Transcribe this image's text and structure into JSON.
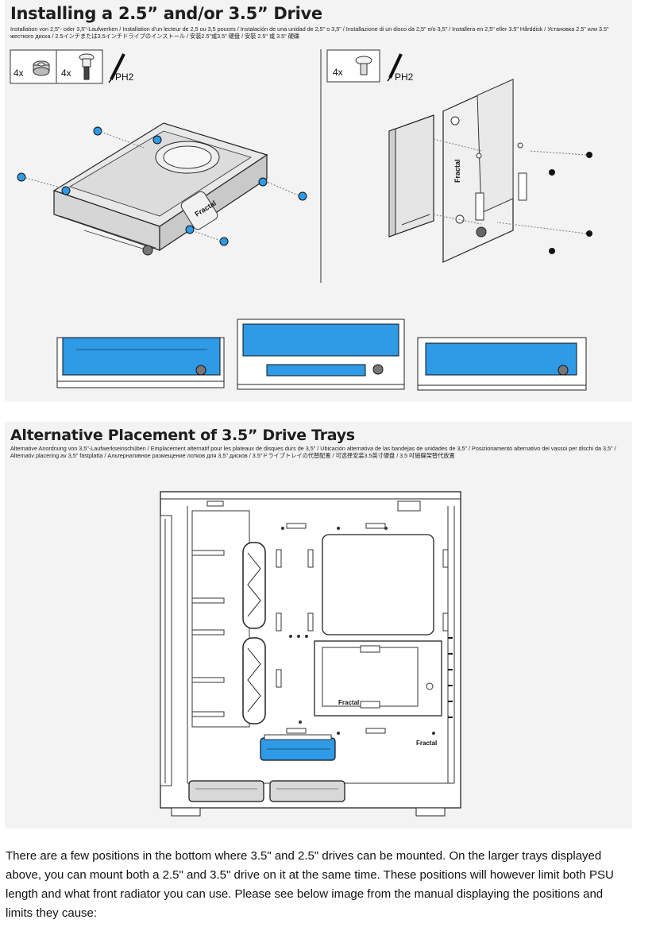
{
  "section1": {
    "title": "Installing a 2.5” and/or 3.5” Drive",
    "subtitle": "Installation von 2,5\"- oder 3,5\"-Laufwerken / Installation d'un lecteur de 2,5 ou 3,5 pouces / Instalación de una unidad de 2,5\" o 3,5\" / Installazione di un disco da 2,5\" e/o 3,5\" / Installera en 2,5\" eller 3.5\" Hårddisk / Установка 2.5\" или 3.5\" жесткого диска / 2.5インチまたは3.5インチドライブのインストール / 安装2.5\"或3.5\" 硬盘 / 安裝 2.5\" 或 3.5\" 硬碟",
    "left_quantity_1": "4x",
    "left_quantity_2": "4x",
    "left_tool": "PH2",
    "right_quantity": "4x",
    "right_tool": "PH2",
    "tray_logo": "Fractal",
    "accent_color": "#2f9ae6"
  },
  "section2": {
    "title": "Alternative Placement of 3.5” Drive Trays",
    "subtitle": "Alternative Anordnung von 3,5\"-Laufwerkseinschüben / Emplacement alternatif pour les plateaux de disques durs de 3,5\" / Ubicación alternativa de las bandejas de unidades de 3,5\" / Posizionamento alternativo dei vassoi per dischi da 3,5\" / Alternativ placering av 3,5\" fästplatta / Альтернативное размещение лотков для 3,5\" дисков / 3.5\"ドライブトレイの代替配置 / 可选择安装3.5英寸硬盘 / 3.5 吋磁碟架替代放置",
    "chassis_logo": "Fractal",
    "panel_logo": "Fractal"
  },
  "paragraph": "There are a few positions in the bottom where 3.5\" and 2.5\" drives can be mounted. On the larger trays displayed above, you can mount both a 2.5\" and 3.5\" drive on it at the same time. These positions will however limit both PSU length and what front radiator you can use. Please see below image from the manual displaying the positions and limits they cause:"
}
